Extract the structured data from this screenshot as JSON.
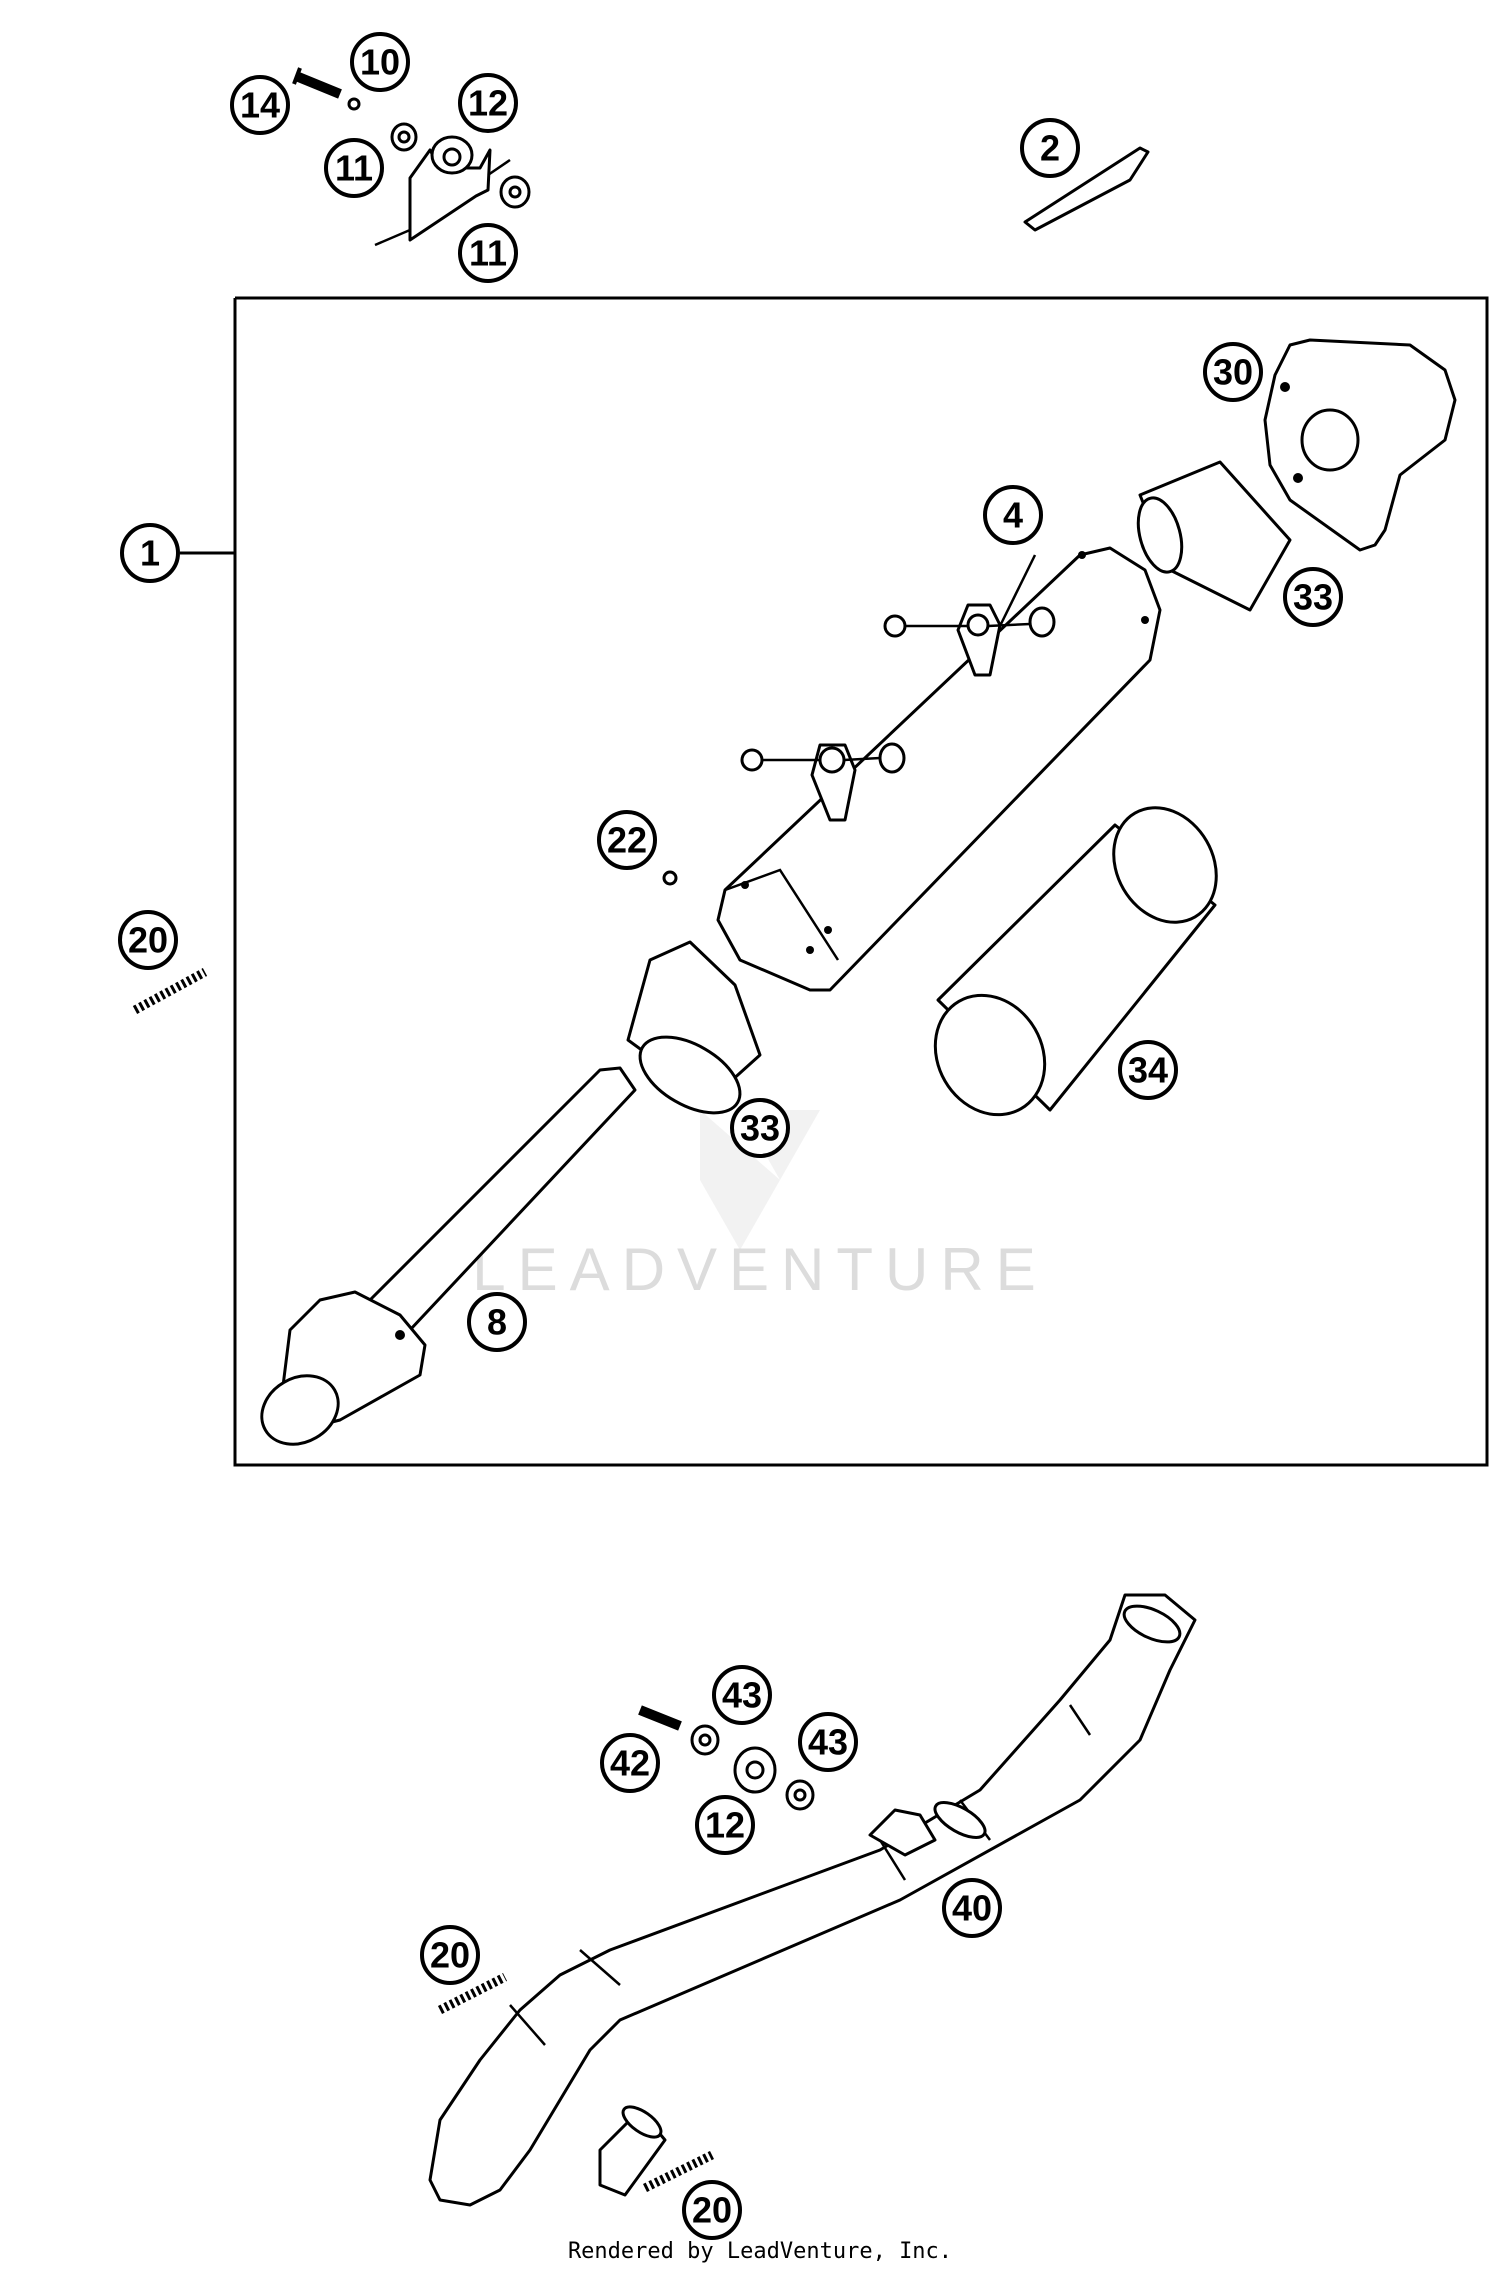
{
  "diagram": {
    "callouts": [
      {
        "id": "c14",
        "label": "14"
      },
      {
        "id": "c10",
        "label": "10"
      },
      {
        "id": "c12a",
        "label": "12"
      },
      {
        "id": "c11a",
        "label": "11"
      },
      {
        "id": "c11b",
        "label": "11"
      },
      {
        "id": "c2",
        "label": "2"
      },
      {
        "id": "c30",
        "label": "30"
      },
      {
        "id": "c1",
        "label": "1"
      },
      {
        "id": "c4",
        "label": "4"
      },
      {
        "id": "c33a",
        "label": "33"
      },
      {
        "id": "c22",
        "label": "22"
      },
      {
        "id": "c20a",
        "label": "20"
      },
      {
        "id": "c34",
        "label": "34"
      },
      {
        "id": "c33b",
        "label": "33"
      },
      {
        "id": "c8",
        "label": "8"
      },
      {
        "id": "c43a",
        "label": "43"
      },
      {
        "id": "c42",
        "label": "42"
      },
      {
        "id": "c43b",
        "label": "43"
      },
      {
        "id": "c12b",
        "label": "12"
      },
      {
        "id": "c40",
        "label": "40"
      },
      {
        "id": "c20b",
        "label": "20"
      },
      {
        "id": "c20c",
        "label": "20"
      }
    ],
    "watermark": "LEADVENTURE",
    "footer": "Rendered by LeadVenture, Inc."
  }
}
